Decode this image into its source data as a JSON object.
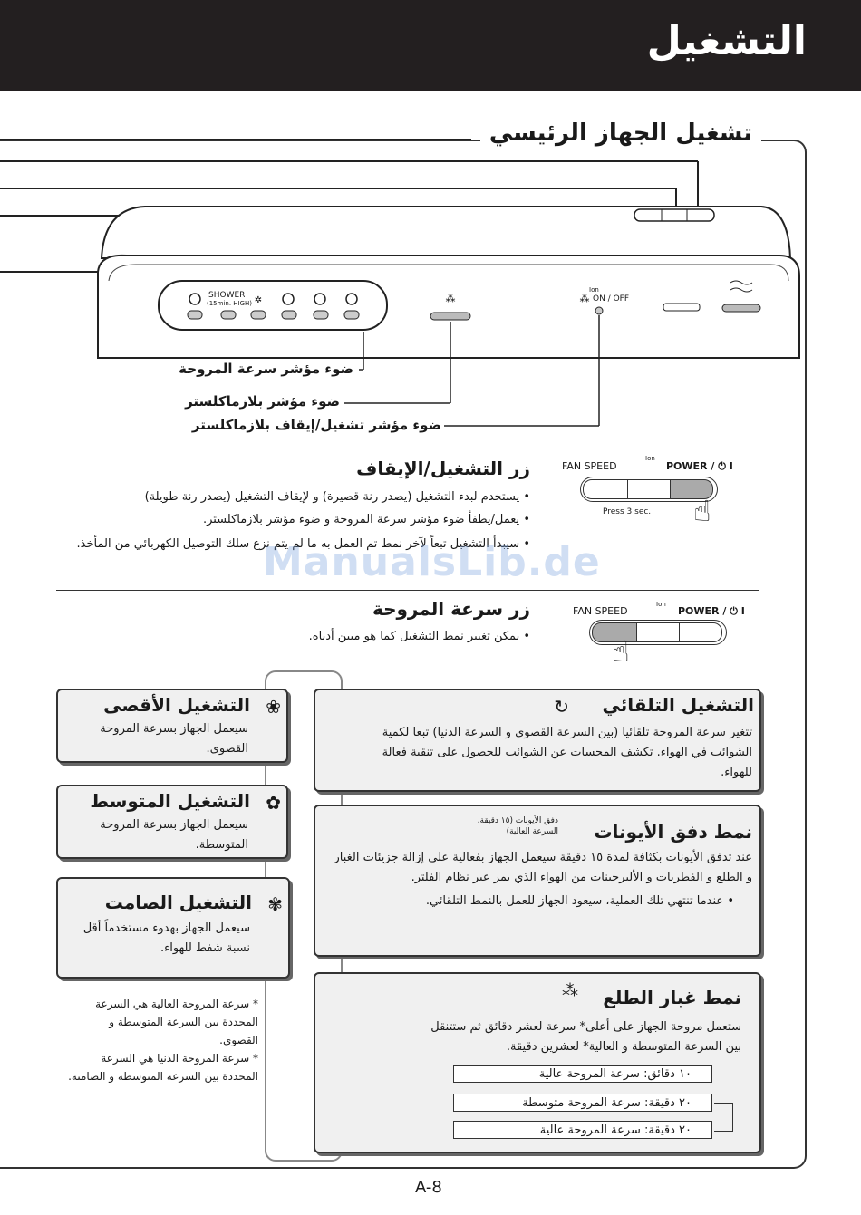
{
  "header": {
    "title": "التشغيل"
  },
  "section": {
    "title": "تشغيل الجهاز الرئيسي"
  },
  "device": {
    "shower_label": "SHOWER",
    "shower_sub": "(15min. HIGH)",
    "ion_label": "Ion",
    "onoff_label": "ON / OFF"
  },
  "callouts": {
    "fan_speed_light": "ضوء مؤشر سرعة المروحة",
    "plasmacluster_light": "ضوء مؤشر بلازماكلستر",
    "plasmacluster_onoff_light": "ضوء مؤشر تشغيل/إيقاف بلازماكلستر"
  },
  "power_section": {
    "title": "زر التشغيل/الإيقاف",
    "bullets": [
      "يستخدم لبدء التشغيل (يصدر رنة قصيرة) و لإيقاف التشغيل (يصدر رنة طويلة)",
      "يعمل/يطفأ ضوء مؤشر سرعة المروحة و ضوء مؤشر بلازماكلستر.",
      "سيبدأ التشغيل تبعاً لآخر نمط تم العمل به ما لم يتم نزع سلك التوصيل الكهربائي من المأخذ."
    ],
    "panel": {
      "fan_speed": "FAN SPEED",
      "ion": "Ion",
      "power": "POWER / ⏻ I",
      "press_hint": "Press 3 sec."
    }
  },
  "fan_section": {
    "title": "زر سرعة المروحة",
    "bullets": [
      "يمكن تغيير نمط التشغيل كما هو مبين أدناه."
    ],
    "panel": {
      "fan_speed": "FAN SPEED",
      "ion": "Ion",
      "power": "POWER / ⏻ I"
    }
  },
  "modes": {
    "max": {
      "title": "التشغيل الأقصى",
      "text": "سيعمل الجهاز بسرعة المروحة القصوى."
    },
    "medium": {
      "title": "التشغيل المتوسط",
      "text": "سيعمل الجهاز بسرعة المروحة المتوسطة."
    },
    "quiet": {
      "title": "التشغيل الصامت",
      "text": "سيعمل الجهاز بهدوء مستخدماً أقل نسبة شفط للهواء."
    },
    "auto": {
      "title": "التشغيل التلقائي",
      "text": "تتغير سرعة المروحة تلقائيا (بين السرعة القصوى و السرعة الدنيا) تبعا لكمية الشوائب في الهواء. تكشف المجسات عن الشوائب للحصول على تنقية فعالة للهواء."
    },
    "ion_shower": {
      "title": "نمط دفق الأيونات",
      "side_note": "دفق الأيونات (١٥ دقيقة، السرعة العالية)",
      "text": "عند تدفق الأيونات بكثافة لمدة ١٥ دقيقة سيعمل الجهاز بفعالية على إزالة جزيئات الغبار و الطلع و الفطريات و الأليرجينات من الهواء الذي يمر عبر نظام الفلتر.",
      "bullet": "عندما تنتهي تلك العملية، سيعود الجهاز للعمل بالنمط التلقائي."
    },
    "pollen": {
      "title": "نمط غبار الطلع",
      "text": "ستعمل مروحة الجهاز على أعلى* سرعة لعشر دقائق ثم ستتنقل بين السرعة المتوسطة و العالية* لعشرين دقيقة.",
      "steps": [
        "١٠ دقائق: سرعة المروحة عالية",
        "٢٠ دقيقة: سرعة المروحة متوسطة",
        "٢٠ دقيقة: سرعة المروحة عالية"
      ]
    }
  },
  "notes": [
    "* سرعة المروحة العالية هي السرعة المحددة بين السرعة المتوسطة و القصوى.",
    "* سرعة المروحة الدنيا هي السرعة المحددة بين السرعة المتوسطة و الصامتة."
  ],
  "watermark": "ManualsLib.de",
  "page_number": "A-8"
}
